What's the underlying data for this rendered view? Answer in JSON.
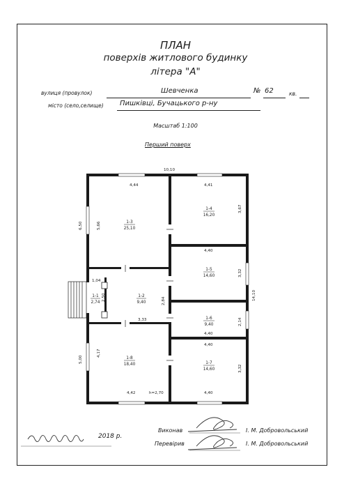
{
  "header": {
    "title_line1": "ПЛАН",
    "title_line2": "поверхів житлового будинку",
    "title_line3": "літера \"А\""
  },
  "address": {
    "street_label": "вулиця (провулок)",
    "street_value": "Шевченка",
    "number_label": "№",
    "number_value": "62",
    "apt_label": "кв.",
    "city_label": "місто (село,селище)",
    "city_value": "Пишківці,  Бучацького р-ну"
  },
  "scale_text": "Масштаб 1:100",
  "floor_text": "Перший поверх",
  "plan": {
    "overall": {
      "top": "10,10",
      "left": "6,50",
      "right": "14,10"
    },
    "rooms": [
      {
        "id": "1-3",
        "area": "25,10",
        "w": "4,44",
        "h": "5,66"
      },
      {
        "id": "1-4",
        "area": "16,20",
        "w": "4,41",
        "h": "3,67"
      },
      {
        "id": "1-5",
        "area": "14,60",
        "w": "4,40",
        "h": "3,32"
      },
      {
        "id": "1-2",
        "area": "9,40",
        "w": "3,33",
        "h": "2,84"
      },
      {
        "id": "1-1",
        "area": "2,74",
        "w": "1,04",
        "h": "2,50"
      },
      {
        "id": "1-6",
        "area": "9,40",
        "w": "4,40",
        "h": "2,14"
      },
      {
        "id": "1-8",
        "area": "18,40",
        "w": "4,42",
        "h": "4,17"
      },
      {
        "id": "1-7",
        "area": "14,60",
        "w": "4,40",
        "h": "3,32"
      }
    ],
    "extra": {
      "room_1_7_top": "4,40",
      "left_lower": "5,00",
      "ceiling": "h=2,70"
    }
  },
  "signatures": {
    "date_text": "2018 р.",
    "made_label": "Виконав",
    "made_name": "І. М. Добровольський",
    "checked_label": "Перевірив",
    "checked_name": "І. М. Добровольський"
  }
}
